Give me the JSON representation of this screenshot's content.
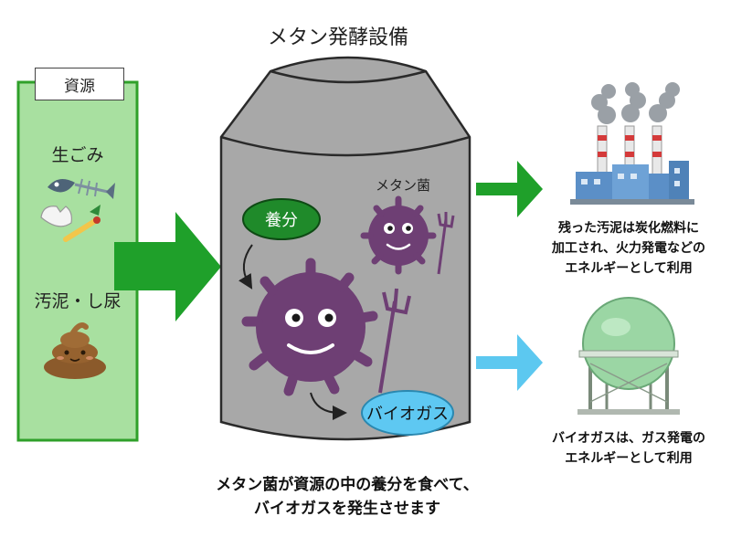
{
  "title": "メタン発酵設備",
  "resource_box": {
    "title": "資源",
    "item1": "生ごみ",
    "item2": "汚泥・し尿"
  },
  "tank": {
    "nutrient": "養分",
    "bacteria": "メタン菌",
    "biogas": "バイオガス"
  },
  "outputs": {
    "top_caption": [
      "残った汚泥は炭化燃料に",
      "加工され、火力発電などの",
      "エネルギーとして利用"
    ],
    "bottom_caption": [
      "バイオガスは、ガス発電の",
      "エネルギーとして利用"
    ]
  },
  "bottom_text": [
    "メタン菌が資源の中の養分を食べて、",
    "バイオガスを発生させます"
  ],
  "colors": {
    "green_arrow": "#1fa02a",
    "blue_arrow": "#5cc8f0",
    "resource_fill": "#a8e0a0",
    "resource_border": "#2fa02a",
    "tank": "#a8a8a8",
    "nutrient_bubble": "#1f8a2a",
    "biogas_bubble": "#5ec8f2",
    "bacteria": "#6e3f74"
  }
}
